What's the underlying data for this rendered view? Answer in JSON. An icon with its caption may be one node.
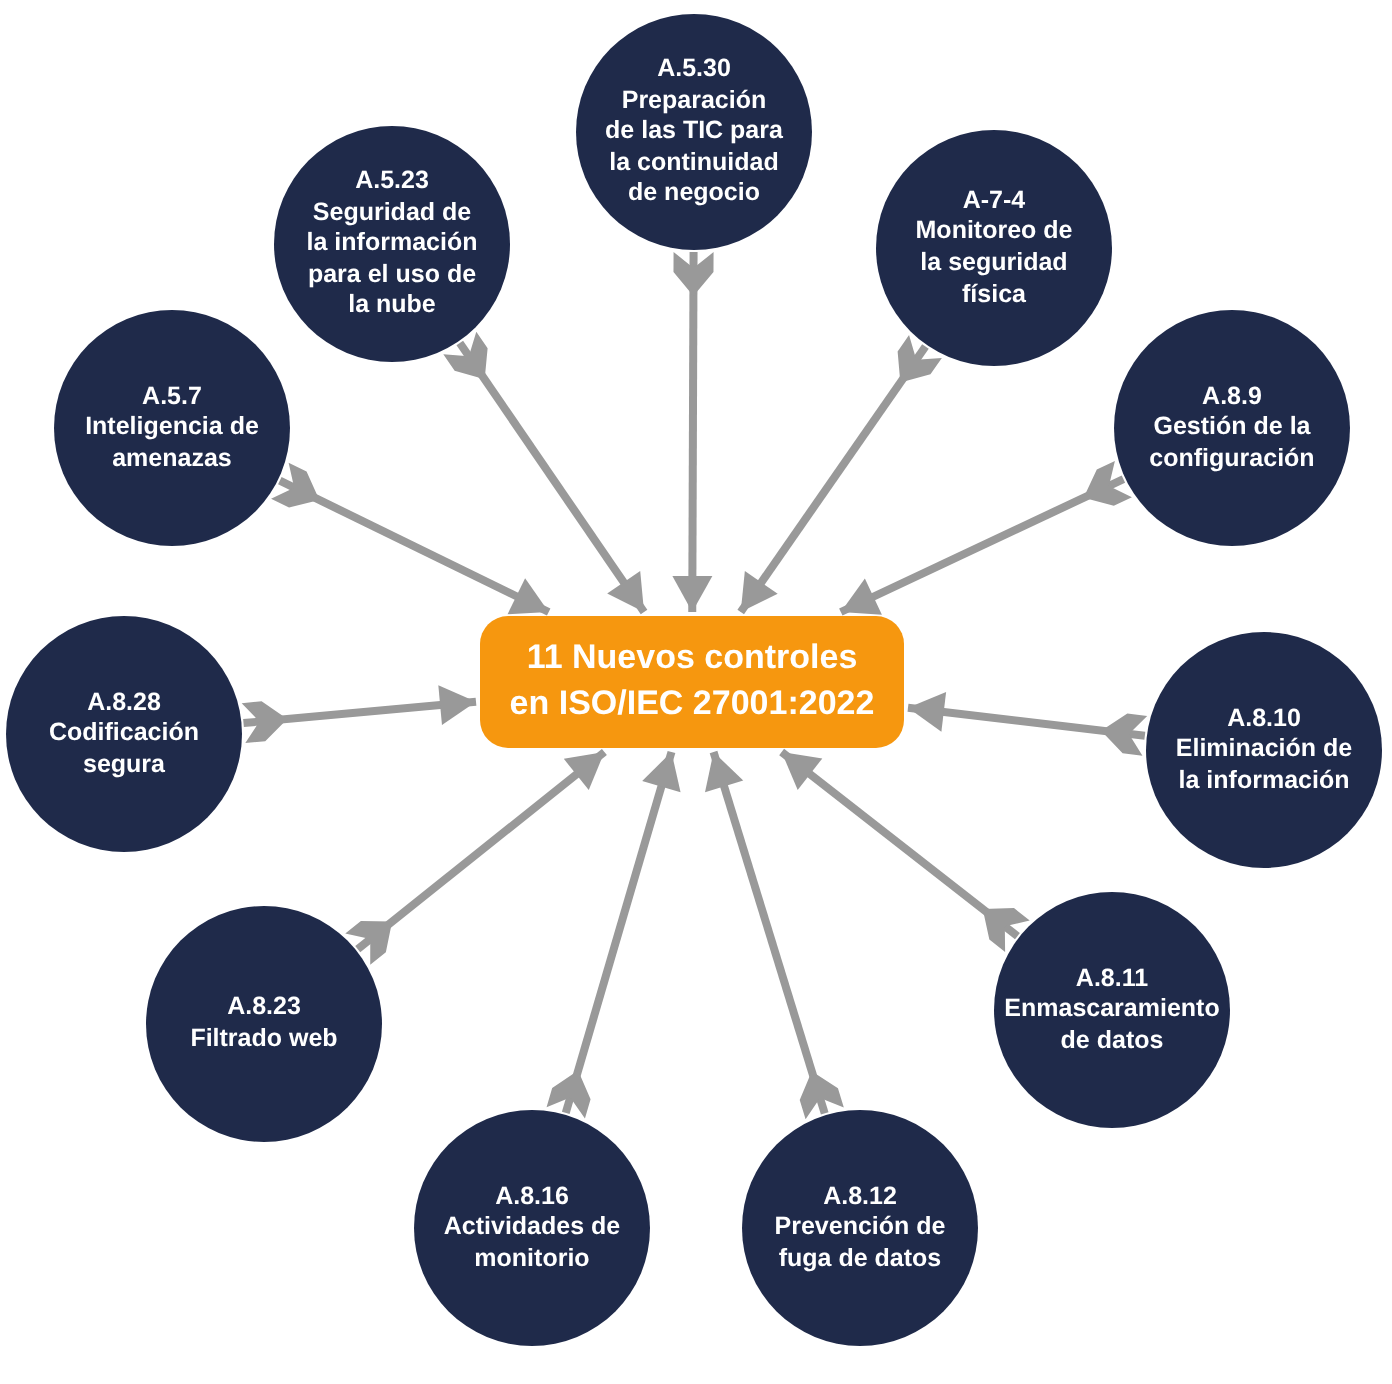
{
  "diagram": {
    "nodes": [
      {
        "text": [
          "11 Nuevos controles en ISO/IEC 27001:2022"
        ]
      },
      {
        "text": [
          "A.5.30",
          "Preparación de las TIC para la continuidad de negocio"
        ]
      },
      {
        "text": [
          "A.5.23",
          "Seguridad de la información para el uso de la nube"
        ]
      },
      {
        "text": [
          "A-7-4",
          "Monitoreo de la seguridad física"
        ]
      },
      {
        "text": [
          "A.5.7",
          "Inteligencia de amenazas"
        ]
      },
      {
        "text": [
          "A.8.9",
          "Gestión de la configuración"
        ]
      },
      {
        "text": [
          "A.8.28",
          "Codificación segura"
        ]
      },
      {
        "text": [
          "A.8.10",
          "Eliminación de la información"
        ]
      },
      {
        "text": [
          "A.8.23",
          "Filtrado web"
        ]
      },
      {
        "text": [
          "A.8.11",
          "Enmascaramiento de datos"
        ]
      },
      {
        "text": [
          "A.8.16",
          "Actividades de monitorio"
        ]
      },
      {
        "text": [
          "A.8.12",
          "Prevención de fuga de datos"
        ]
      }
    ],
    "edges": [
      {
        "from": 1,
        "to": 0,
        "arrow": "to"
      },
      {
        "from": 2,
        "to": 0,
        "arrow": "to"
      },
      {
        "from": 3,
        "to": 0,
        "arrow": "to"
      },
      {
        "from": 4,
        "to": 0,
        "arrow": "to"
      },
      {
        "from": 5,
        "to": 0,
        "arrow": "to"
      },
      {
        "from": 6,
        "to": 0,
        "arrow": "to"
      },
      {
        "from": 7,
        "to": 0,
        "arrow": "to"
      },
      {
        "from": 8,
        "to": 0,
        "arrow": "to"
      },
      {
        "from": 9,
        "to": 0,
        "arrow": "to"
      },
      {
        "from": 10,
        "to": 0,
        "arrow": "to"
      },
      {
        "from": 11,
        "to": 0,
        "arrow": "to"
      }
    ]
  }
}
